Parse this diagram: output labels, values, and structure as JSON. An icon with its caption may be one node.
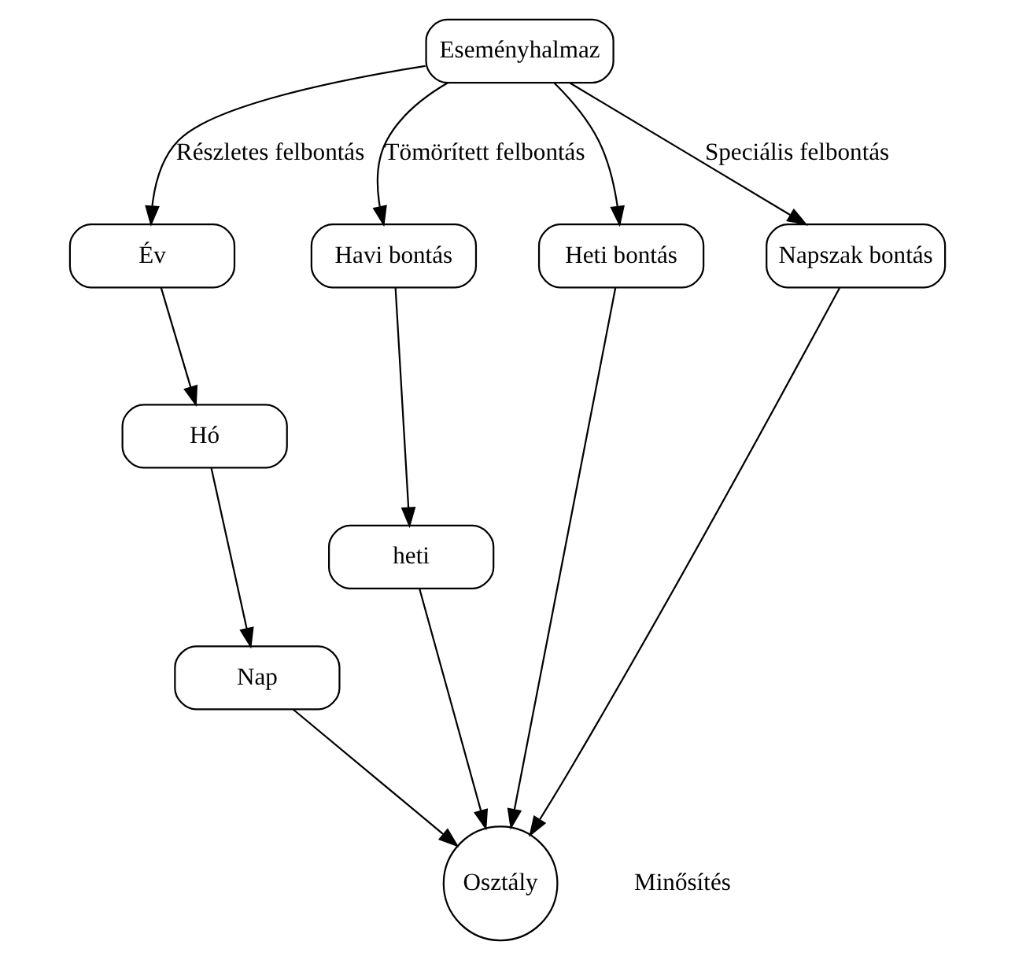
{
  "diagram": {
    "nodes": [
      {
        "text": [
          "Eseményhalmaz"
        ]
      },
      {
        "text": [
          "Év"
        ]
      },
      {
        "text": [
          "Havi bontás"
        ]
      },
      {
        "text": [
          "Heti bontás"
        ]
      },
      {
        "text": [
          "Napszak bontás"
        ]
      },
      {
        "text": [
          "Hó"
        ]
      },
      {
        "text": [
          "heti"
        ]
      },
      {
        "text": [
          "Nap"
        ]
      },
      {
        "text": [
          "Osztály"
        ],
        "beside": [
          "Minősítés"
        ]
      }
    ],
    "edges": [
      {
        "from": 0,
        "to": 1,
        "arrow": "to",
        "label": "Részletes felbontás"
      },
      {
        "from": 0,
        "to": 2,
        "arrow": "to",
        "label": "Tömörített felbontás"
      },
      {
        "from": 0,
        "to": 3,
        "arrow": "to"
      },
      {
        "from": 0,
        "to": 4,
        "arrow": "to",
        "label": "Speciális felbontás"
      },
      {
        "from": 1,
        "to": 5,
        "arrow": "to"
      },
      {
        "from": 5,
        "to": 7,
        "arrow": "to"
      },
      {
        "from": 2,
        "to": 6,
        "arrow": "to"
      },
      {
        "from": 6,
        "to": 8,
        "arrow": "to"
      },
      {
        "from": 7,
        "to": 8,
        "arrow": "to"
      },
      {
        "from": 3,
        "to": 8,
        "arrow": "to"
      },
      {
        "from": 4,
        "to": 8,
        "arrow": "to"
      }
    ]
  }
}
